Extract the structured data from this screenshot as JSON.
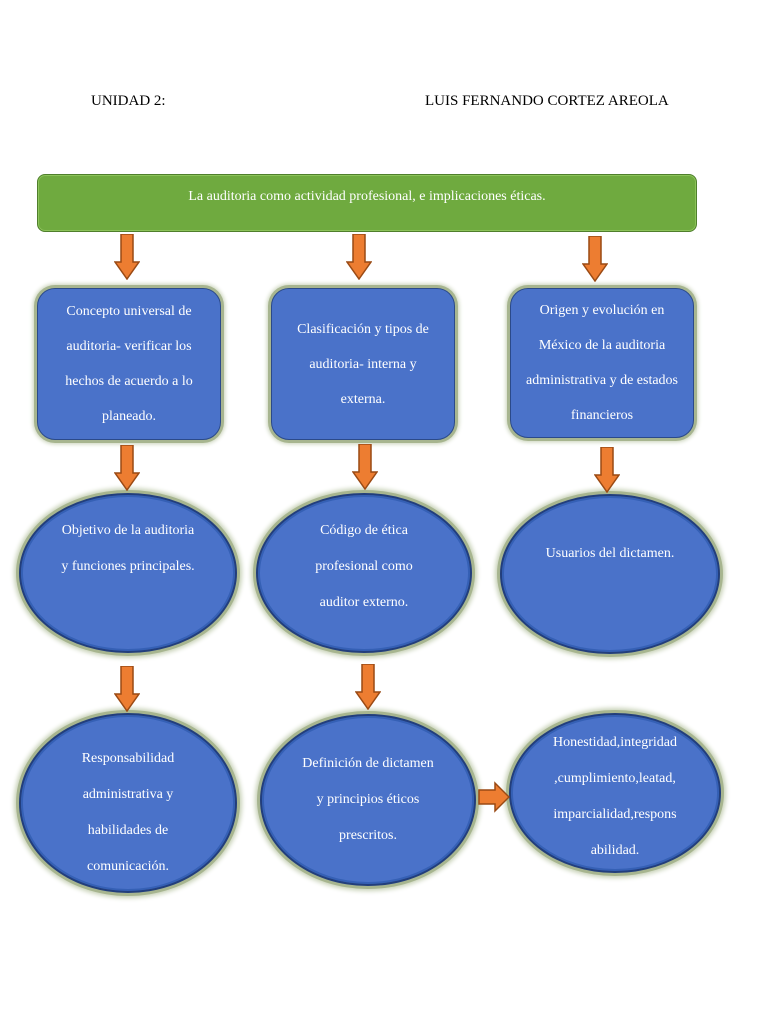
{
  "header": {
    "unit": "UNIDAD 2:",
    "author": "LUIS FERNANDO CORTEZ AREOLA"
  },
  "diagram": {
    "title": "La auditoria como actividad profesional, e implicaciones éticas.",
    "row1": [
      "Concepto universal de auditoria- verificar los hechos de acuerdo a lo planeado.",
      "Clasificación y tipos de auditoria- interna y externa.",
      "Origen y evolución en México de la auditoria administrativa y de estados financieros"
    ],
    "row2": [
      "Objetivo de la auditoria y funciones principales.",
      "Código de ética profesional como auditor externo.",
      "Usuarios del dictamen."
    ],
    "row3": [
      "Responsabilidad administrativa y habilidades de comunicación.",
      "Definición de dictamen y principios éticos prescritos.",
      "Honestidad,integridad ,cumplimiento,leatad, imparcialidad,respons abilidad."
    ]
  },
  "colors": {
    "banner": "#6faa3f",
    "node": "#4a72c9",
    "arrow": "#ed7d31"
  }
}
